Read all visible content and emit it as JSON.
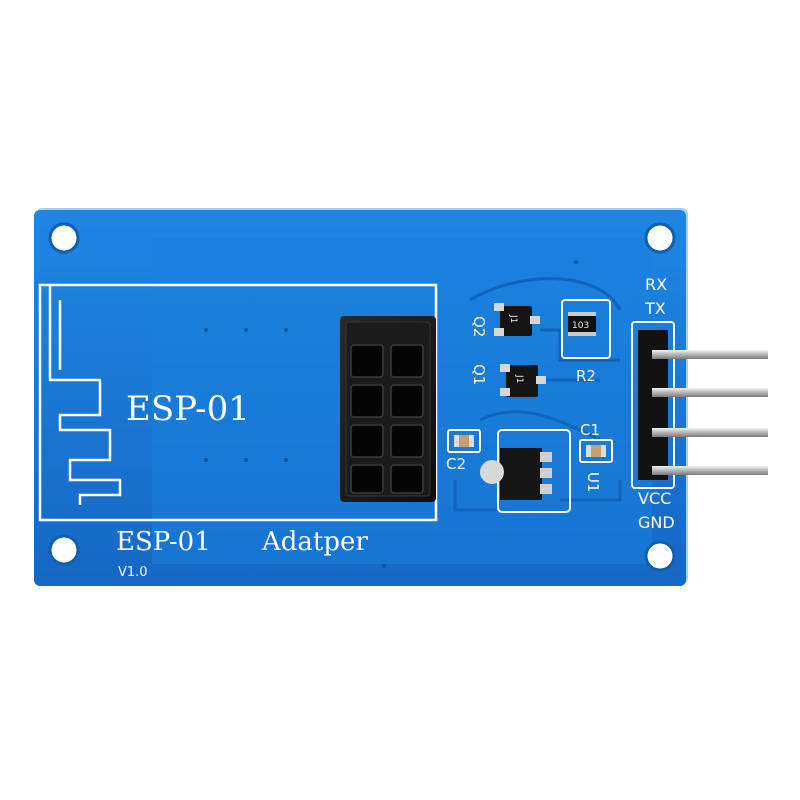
{
  "board": {
    "antenna_label": "ESP-01",
    "title": "ESP-01",
    "subtitle": "Adatper",
    "version": "V1.0"
  },
  "pins": {
    "rx": "RX",
    "tx": "TX",
    "vcc": "VCC",
    "gnd": "GND"
  },
  "components": {
    "q2": "Q2",
    "q1": "Q1",
    "r2": "R2",
    "r2_code": "103",
    "c1": "C1",
    "c2": "C2",
    "u1": "U1",
    "q2_mark": "J1",
    "q1_mark": "J1"
  },
  "colors": {
    "pcb": "#1678d6",
    "pcb_dark": "#0d5fb3",
    "silkscreen": "#ffffff",
    "header_pins": "#c8c8c8",
    "socket": "#1a1a1a"
  }
}
